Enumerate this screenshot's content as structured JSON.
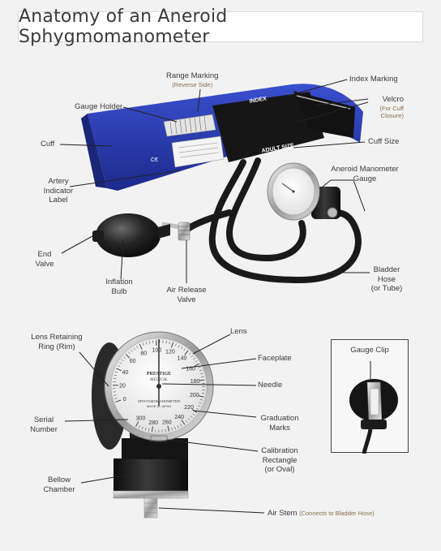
{
  "title": "Anatomy of an Aneroid Sphygmomanometer",
  "labels": {
    "range_marking": "Range Marking",
    "range_marking_sub": "(Reverse Side)",
    "index_marking": "Index Marking",
    "gauge_holder": "Gauge Holder",
    "velcro": "Velcro",
    "velcro_sub_1": "(For Cuff",
    "velcro_sub_2": "Closure)",
    "cuff": "Cuff",
    "cuff_size": "Cuff Size",
    "artery_1": "Artery",
    "artery_2": "Indicator",
    "artery_3": "Label",
    "aneroid_1": "Aneroid Manometer",
    "aneroid_2": "Gauge",
    "end_valve_1": "End",
    "end_valve_2": "Valve",
    "inflation_1": "Inflation",
    "inflation_2": "Bulb",
    "air_release_1": "Air Release",
    "air_release_2": "Valve",
    "bladder_1": "Bladder",
    "bladder_2": "Hose",
    "bladder_3": "(or Tube)",
    "lens_ring_1": "Lens Retaining",
    "lens_ring_2": "Ring (Rim)",
    "lens": "Lens",
    "faceplate": "Faceplate",
    "needle": "Needle",
    "serial_1": "Serial",
    "serial_2": "Number",
    "graduation_1": "Graduation",
    "graduation_2": "Marks",
    "bellow_1": "Bellow",
    "bellow_2": "Chamber",
    "calibration_1": "Calibration",
    "calibration_2": "Rectangle",
    "calibration_3": "(or Oval)",
    "air_stem": "Air Stem",
    "air_stem_sub": "(Connects to Bladder Hose)",
    "gauge_clip": "Gauge Clip"
  },
  "cuff_text": {
    "index": "INDEX",
    "adult_size": "ADULT SIZE",
    "ce": "C€"
  },
  "gauge_text": {
    "brand_1": "PRESTIGE",
    "brand_2": "MEDICAL",
    "model": "SPHYGMOMANOMETER",
    "made": "MADE IN JAPAN"
  },
  "dial_numbers": [
    "0",
    "20",
    "40",
    "60",
    "80",
    "100",
    "120",
    "140",
    "160",
    "180",
    "200",
    "220",
    "240",
    "260",
    "280",
    "300"
  ],
  "colors": {
    "cuff": "#2437a8",
    "velcro": "#161616",
    "hose": "#1a1a1a",
    "chrome": "#c8c8c8",
    "pointer_line": "#222222"
  }
}
